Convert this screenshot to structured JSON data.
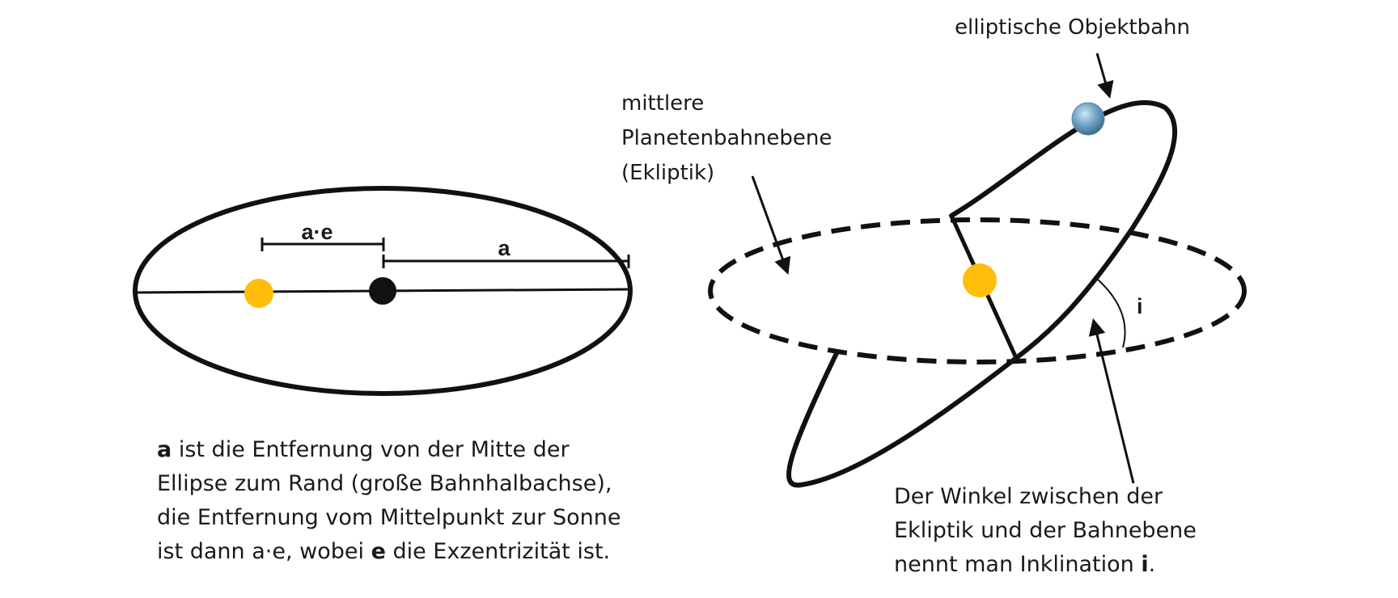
{
  "left_diagram": {
    "label_ae": "a·e",
    "label_a": "a"
  },
  "right_diagram": {
    "label_orbit": "elliptische Objektbahn",
    "label_plane": [
      "mittlere",
      "Planetenbahnebene",
      "(Ekliptik)"
    ],
    "label_i": "i"
  },
  "caption_left": {
    "line1_bold": "a",
    "line1_rest": " ist die Entfernung von der Mitte der",
    "line2": "Ellipse zum Rand (große Bahnhalbachse),",
    "line3": "die Entfernung vom Mittelpunkt zur Sonne",
    "line4_pre": "ist dann a·e, wobei ",
    "line4_bold": "e",
    "line4_post": " die Exzentrizität ist."
  },
  "caption_right": {
    "line1": "Der Winkel zwischen der",
    "line2": "Ekliptik und der Bahnebene",
    "line3_pre": "nennt man Inklination ",
    "line3_bold": "i",
    "line3_post": "."
  },
  "colors": {
    "sun": "#FFBE0B",
    "stroke": "#111111",
    "planet": "#6FA3C6"
  }
}
